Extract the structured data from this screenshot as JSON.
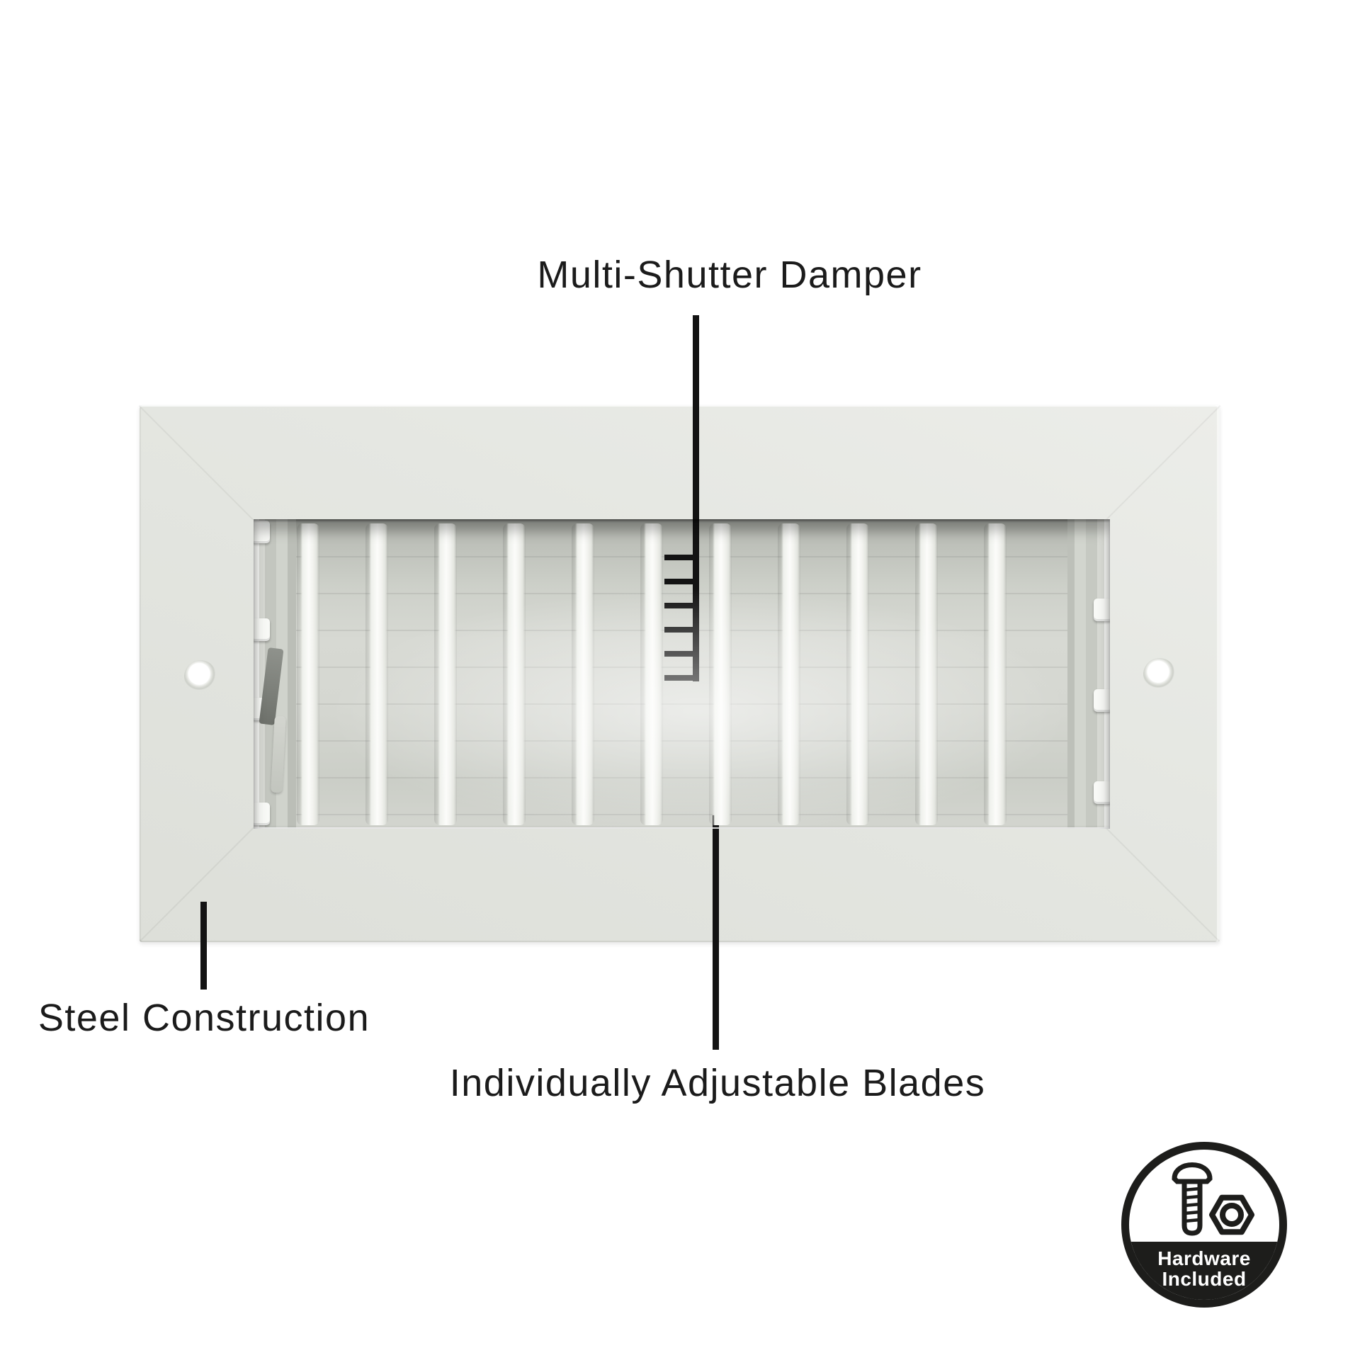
{
  "image_type": "product-feature-callout-photo",
  "annotations": {
    "damper_label": "Multi-Shutter Damper",
    "steel_label": "Steel Construction",
    "blades_label": "Individually Adjustable Blades"
  },
  "badge": {
    "line1": "Hardware",
    "line2": "Included",
    "icons": [
      "screw-icon",
      "nut-icon"
    ]
  },
  "vent": {
    "blade_count": 11,
    "damper_tick_count": 6,
    "screw_hole_count": 2,
    "left_clip_count": 4,
    "right_clip_count": 3
  },
  "colors": {
    "background": "#ffffff",
    "frame_face": "#e5e7e2",
    "grille_background": "#c9ccc5",
    "blade": "#f3f4f0",
    "callout": "#131313",
    "badge_ring": "#1d1d1b",
    "badge_fill": "#1d1d1b",
    "badge_text": "#ffffff"
  }
}
